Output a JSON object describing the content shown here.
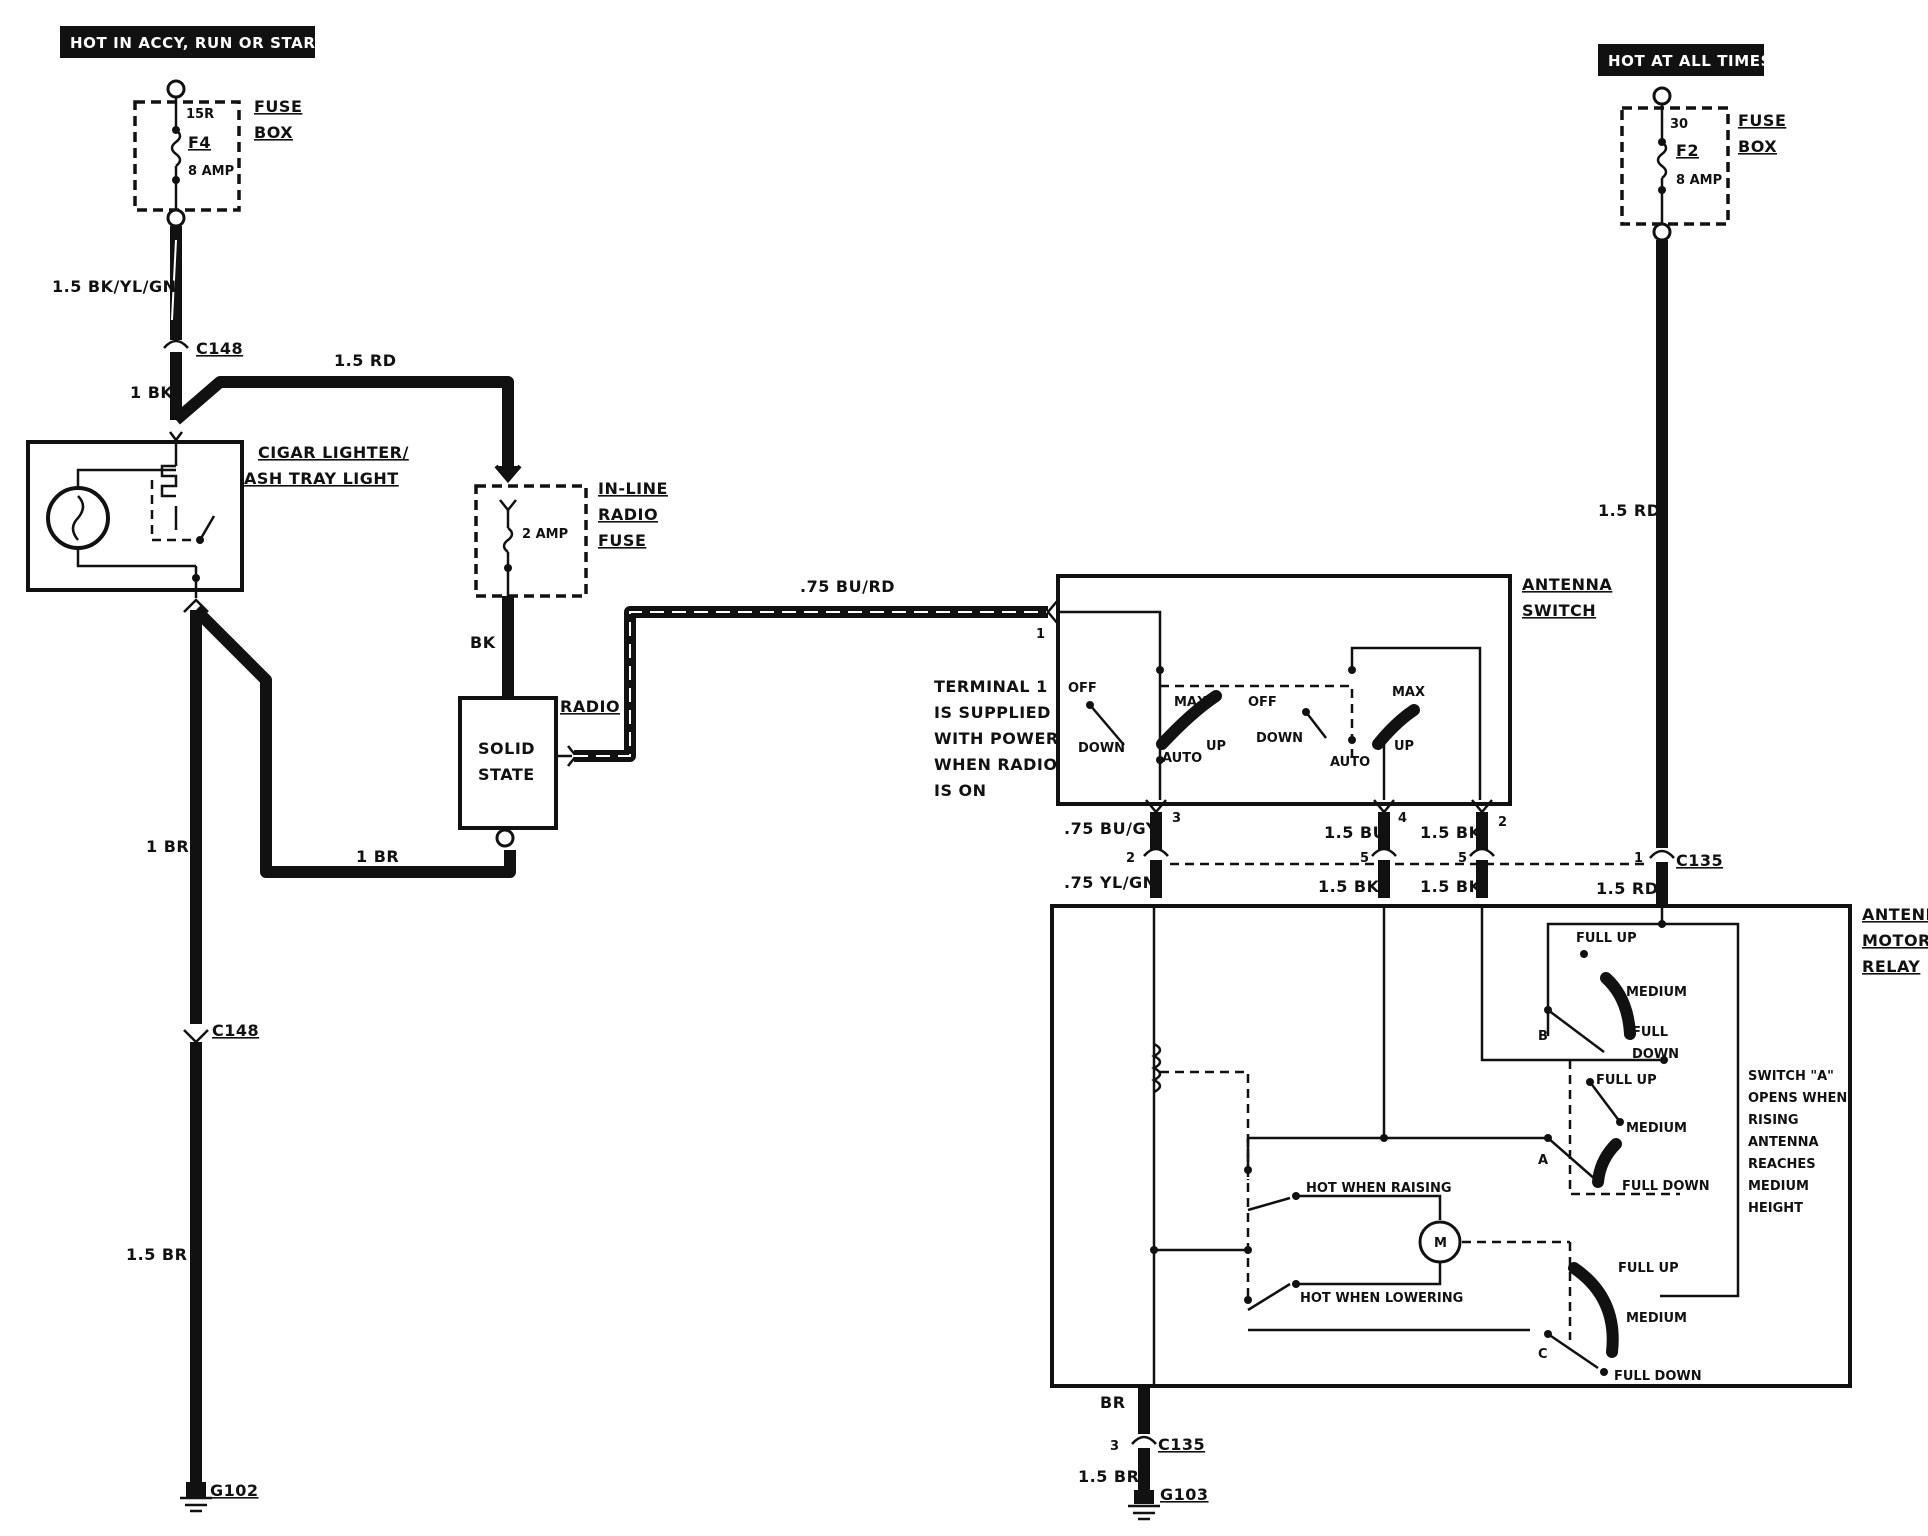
{
  "headers": {
    "left_power": "HOT IN ACCY, RUN OR START",
    "right_power": "HOT AT ALL TIMES"
  },
  "fuses": {
    "f4": {
      "terminal": "15R",
      "name": "F4",
      "rating": "8 AMP",
      "box_line1": "FUSE",
      "box_line2": "BOX"
    },
    "f2": {
      "terminal": "30",
      "name": "F2",
      "rating": "8 AMP",
      "box_line1": "FUSE",
      "box_line2": "BOX"
    },
    "inline": {
      "rating": "2 AMP",
      "line1": "IN-LINE",
      "line2": "RADIO",
      "line3": "FUSE"
    }
  },
  "components": {
    "cigar_line1": "CIGAR LIGHTER/",
    "cigar_line2": "ASH TRAY LIGHT",
    "radio_label": "RADIO",
    "solid_line1": "SOLID",
    "solid_line2": "STATE",
    "antenna_switch_line1": "ANTENNA",
    "antenna_switch_line2": "SWITCH",
    "antenna_motor_line1": "ANTENNA",
    "antenna_motor_line2": "MOTOR/",
    "antenna_motor_line3": "RELAY",
    "motor_symbol": "M"
  },
  "wires": {
    "w_bk_yl_gn": "1.5 BK/YL/GN",
    "w_1bk": "1 BK",
    "w_15rd_top": "1.5 RD",
    "w_bk": "BK",
    "w_bu_rd": ".75 BU/RD",
    "w_1br_left": "1 BR",
    "w_1br_mid": "1 BR",
    "w_15br": "1.5 BR",
    "w_15rd_right": "1.5 RD",
    "w_bu_gy": ".75 BU/GY",
    "w_15bu": "1.5 BU",
    "w_15bk_a": "1.5 BK",
    "w_yl_gn": ".75 YL/GN",
    "w_15bk_b": "1.5 BK",
    "w_15bk_c": "1.5 BK",
    "w_15rd_c135": "1.5 RD",
    "w_br": "BR",
    "w_15br_bottom": "1.5 BR"
  },
  "connectors": {
    "c148_top": "C148",
    "c148_bottom": "C148",
    "c135_right": "C135",
    "c135_bottom": "C135",
    "g102": "G102",
    "g103": "G103"
  },
  "pins": {
    "sw_1": "1",
    "sw_3": "3",
    "sw_4": "4",
    "sw_2": "2",
    "p_2": "2",
    "p_5a": "5",
    "p_5b": "5",
    "p_1": "1",
    "p_3": "3"
  },
  "switch_labels": {
    "off1": "OFF",
    "down1": "DOWN",
    "max1": "MAX",
    "auto1": "AUTO",
    "up1": "UP",
    "off2": "OFF",
    "down2": "DOWN",
    "max2": "MAX",
    "auto2": "AUTO",
    "up2": "UP"
  },
  "terminal_note": [
    "TERMINAL 1",
    "IS SUPPLIED",
    "WITH POWER",
    "WHEN RADIO",
    "IS ON"
  ],
  "relay_labels": {
    "b_full_up": "FULL UP",
    "b_medium": "MEDIUM",
    "b_full": "FULL",
    "b_down": "DOWN",
    "b": "B",
    "a_full_up": "FULL UP",
    "a_medium": "MEDIUM",
    "a_full_down": "FULL DOWN",
    "a": "A",
    "c_full_up": "FULL UP",
    "c_medium": "MEDIUM",
    "c_full_down": "FULL DOWN",
    "c": "C",
    "hot_raising": "HOT WHEN RAISING",
    "hot_lowering": "HOT WHEN LOWERING"
  },
  "switch_a_note": [
    "SWITCH \"A\"",
    "OPENS WHEN",
    "RISING",
    "ANTENNA",
    "REACHES",
    "MEDIUM",
    "HEIGHT"
  ]
}
